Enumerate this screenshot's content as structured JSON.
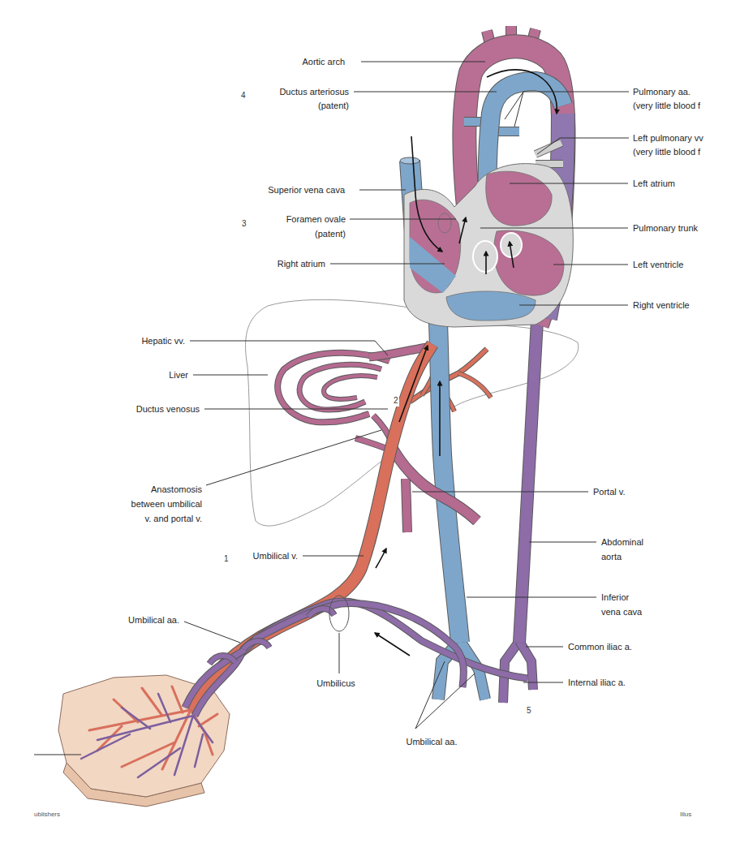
{
  "diagram": {
    "labels": [
      "Aortic arch",
      "4",
      "Ductus arteriosus (patent)",
      "Pulmonary aa.",
      "(very little blood f",
      "Left pulmonary vv",
      "(very little blood f",
      "Left atrium",
      "Superior vena cava",
      "3",
      "Foramen ovale (patent)",
      "Pulmonary trunk",
      "Right atrium",
      "Left ventricle",
      "Right ventricle",
      "Hepatic vv.",
      "Liver",
      "Ductus venosus",
      "2",
      "Anastomosis between umbilical v. and portal v.",
      "Portal v.",
      "Abdominal aorta",
      "1",
      "Umbilical v.",
      "Inferior vena cava",
      "Umbilical aa.",
      "Common iliac a.",
      "Umbilicus",
      "Internal iliac a.",
      "5",
      "Umbilical aa.",
      "ublishers",
      "Illus"
    ]
  }
}
